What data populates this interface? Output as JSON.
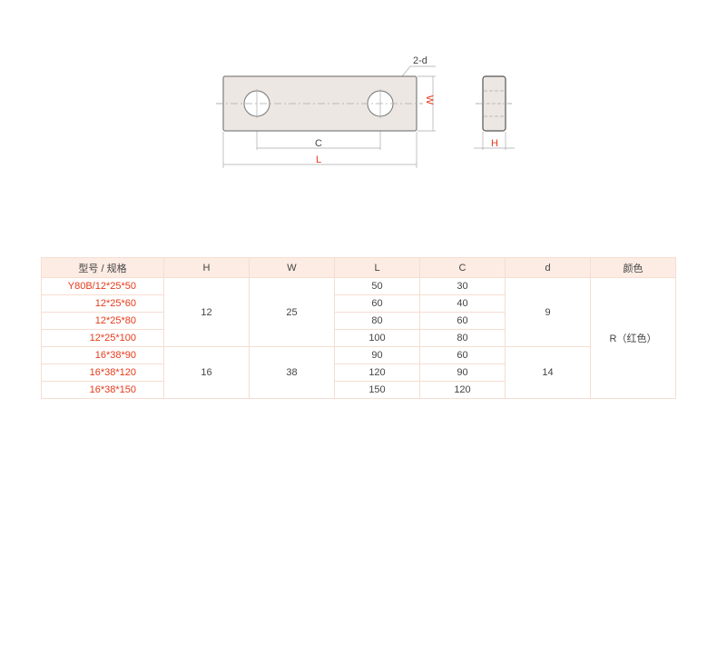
{
  "drawing": {
    "hole_label": "2-d",
    "width_label": "W",
    "center_label": "C",
    "length_label": "L",
    "height_label": "H"
  },
  "table": {
    "headers": [
      "型号 / 规格",
      "H",
      "W",
      "L",
      "C",
      "d",
      "颜色"
    ],
    "models": [
      "Y80B/12*25*50",
      "12*25*60",
      "12*25*80",
      "12*25*100",
      "16*38*90",
      "16*38*120",
      "16*38*150"
    ],
    "L": [
      "50",
      "60",
      "80",
      "100",
      "90",
      "120",
      "150"
    ],
    "C": [
      "30",
      "40",
      "60",
      "80",
      "60",
      "90",
      "120"
    ],
    "groups": [
      {
        "H": "12",
        "W": "25",
        "d": "9"
      },
      {
        "H": "16",
        "W": "38",
        "d": "14"
      }
    ],
    "color": "R（红色）"
  }
}
